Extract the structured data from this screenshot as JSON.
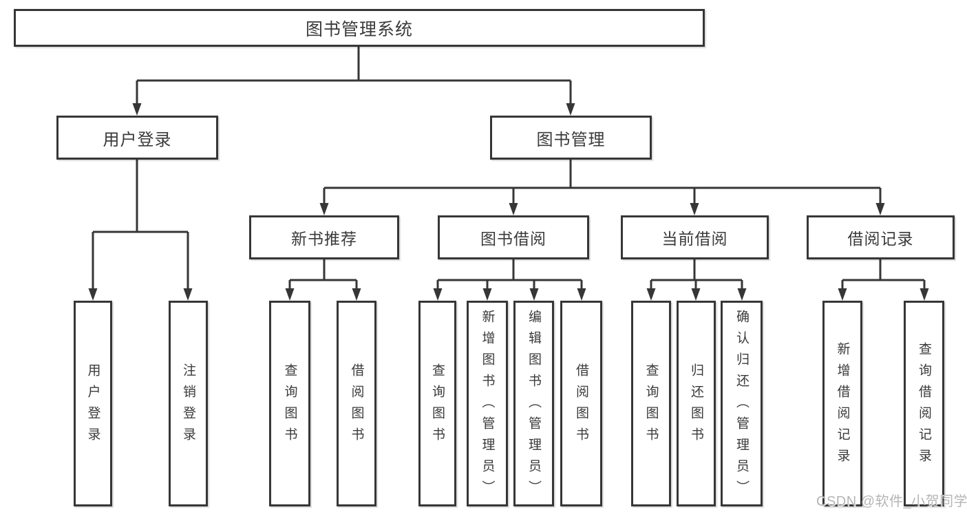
{
  "diagram": {
    "root": {
      "id": "root",
      "label": "图书管理系统"
    },
    "branches": [
      {
        "id": "user-login",
        "label": "用户登录",
        "children": [
          {
            "id": "leaf-user-login",
            "label": "用户登录"
          },
          {
            "id": "leaf-logout",
            "label": "注销登录"
          }
        ]
      },
      {
        "id": "book-mgmt",
        "label": "图书管理",
        "children": [
          {
            "id": "new-books",
            "label": "新书推荐",
            "children": [
              {
                "id": "leaf-nb-query",
                "label": "查询图书"
              },
              {
                "id": "leaf-nb-borrow",
                "label": "借阅图书"
              }
            ]
          },
          {
            "id": "book-borrow",
            "label": "图书借阅",
            "children": [
              {
                "id": "leaf-bb-query",
                "label": "查询图书"
              },
              {
                "id": "leaf-bb-add",
                "label": "新增图书（管理员）"
              },
              {
                "id": "leaf-bb-edit",
                "label": "编辑图书（管理员）"
              },
              {
                "id": "leaf-bb-borrow",
                "label": "借阅图书"
              }
            ]
          },
          {
            "id": "current-borrow",
            "label": "当前借阅",
            "children": [
              {
                "id": "leaf-cb-query",
                "label": "查询图书"
              },
              {
                "id": "leaf-cb-return",
                "label": "归还图书"
              },
              {
                "id": "leaf-cb-confirm",
                "label": "确认归还（管理员）"
              }
            ]
          },
          {
            "id": "borrow-records",
            "label": "借阅记录",
            "children": [
              {
                "id": "leaf-br-add",
                "label": "新增借阅记录"
              },
              {
                "id": "leaf-br-query",
                "label": "查询借阅记录"
              }
            ]
          }
        ]
      }
    ]
  },
  "watermark": {
    "text": "CSDN @软件_小贺同学"
  },
  "colors": {
    "line": "#363636",
    "text": "#3a3a3a",
    "background": "#ffffff",
    "watermark": "#b5b5b5"
  }
}
